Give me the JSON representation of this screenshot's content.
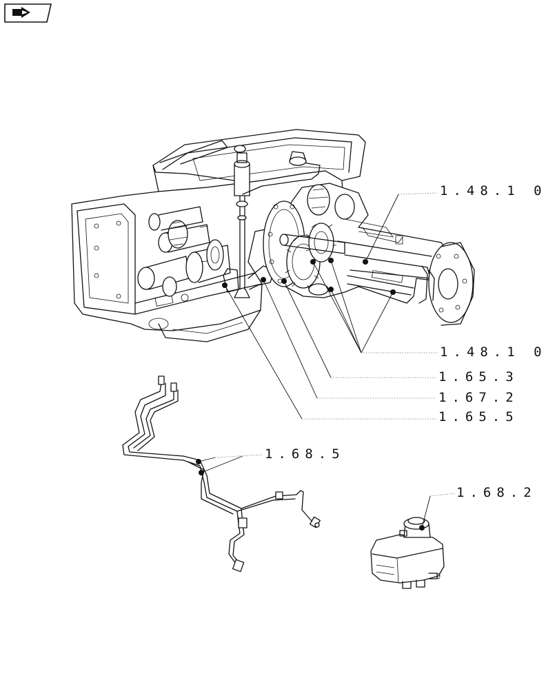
{
  "nav": {
    "icon": "return-arrow-icon"
  },
  "callouts": [
    {
      "id": "c1",
      "text": "1.48.1 0"
    },
    {
      "id": "c2",
      "text": "1.48.1 0"
    },
    {
      "id": "c3",
      "text": "1.65.3"
    },
    {
      "id": "c4",
      "text": "1.67.2"
    },
    {
      "id": "c5",
      "text": "1.65.5"
    },
    {
      "id": "c6",
      "text": "1.68.5"
    },
    {
      "id": "c7",
      "text": "1.68.2"
    }
  ]
}
